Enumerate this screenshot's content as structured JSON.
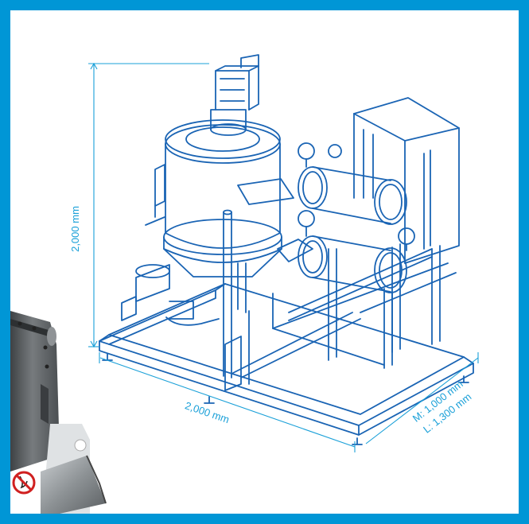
{
  "colors": {
    "frame": "#0096d6",
    "background": "#ffffff",
    "line_art": "#1a64b4",
    "dimension": "#1aa0d8",
    "housing_metal": "#5f6366"
  },
  "dimensions": {
    "height": "2,000 mm",
    "width": "2,000 mm",
    "depth_m": "M: 1,000 mm",
    "depth_l": "L: 1,300 mm"
  },
  "photo_inset": {
    "subject": "grey metal housing with pipe outlet",
    "sign_icon": "no-open-flame-warning-icon"
  }
}
